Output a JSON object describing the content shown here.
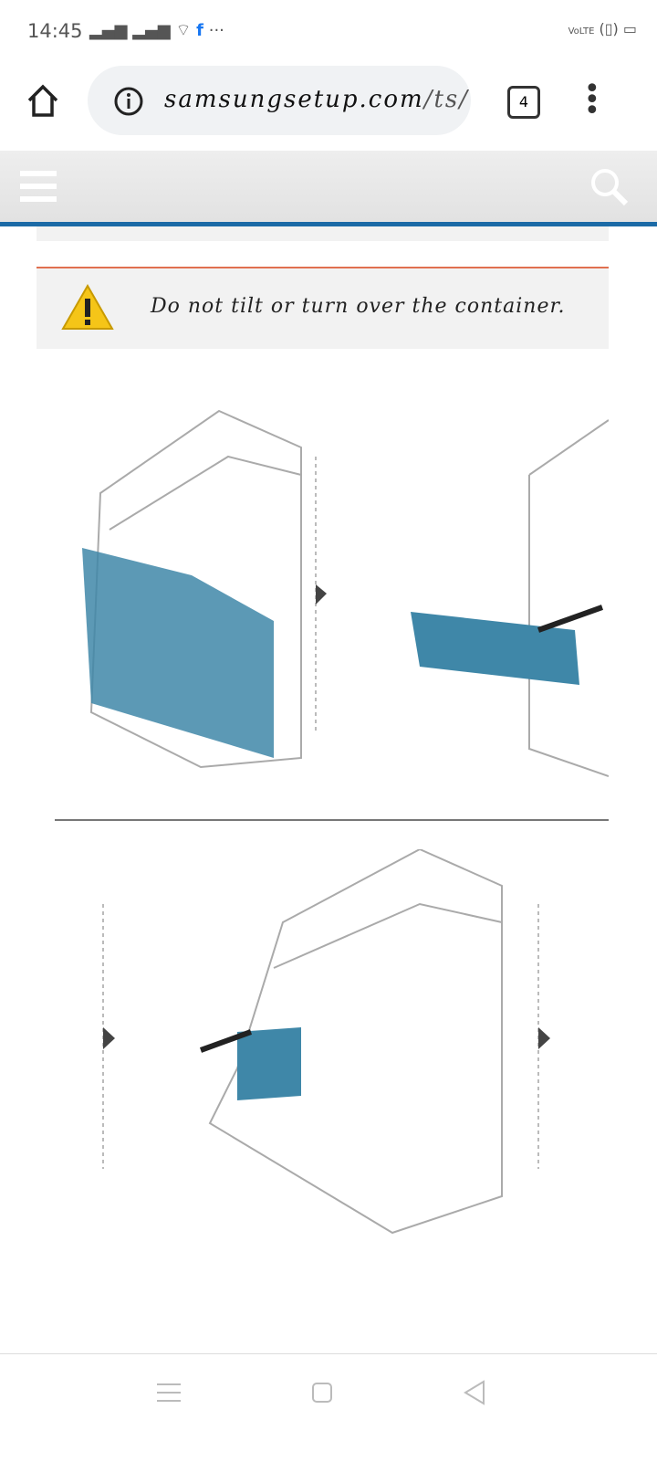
{
  "status": {
    "time": "14:45",
    "network": "VoLTE"
  },
  "browser": {
    "url_main": "samsungsetup.com",
    "url_rest": "/ts/",
    "tab_count": "4"
  },
  "warning": {
    "text": "Do not tilt or turn over the container."
  },
  "colors": {
    "accent": "#1b6aa6",
    "toner": "#3f87a8"
  }
}
